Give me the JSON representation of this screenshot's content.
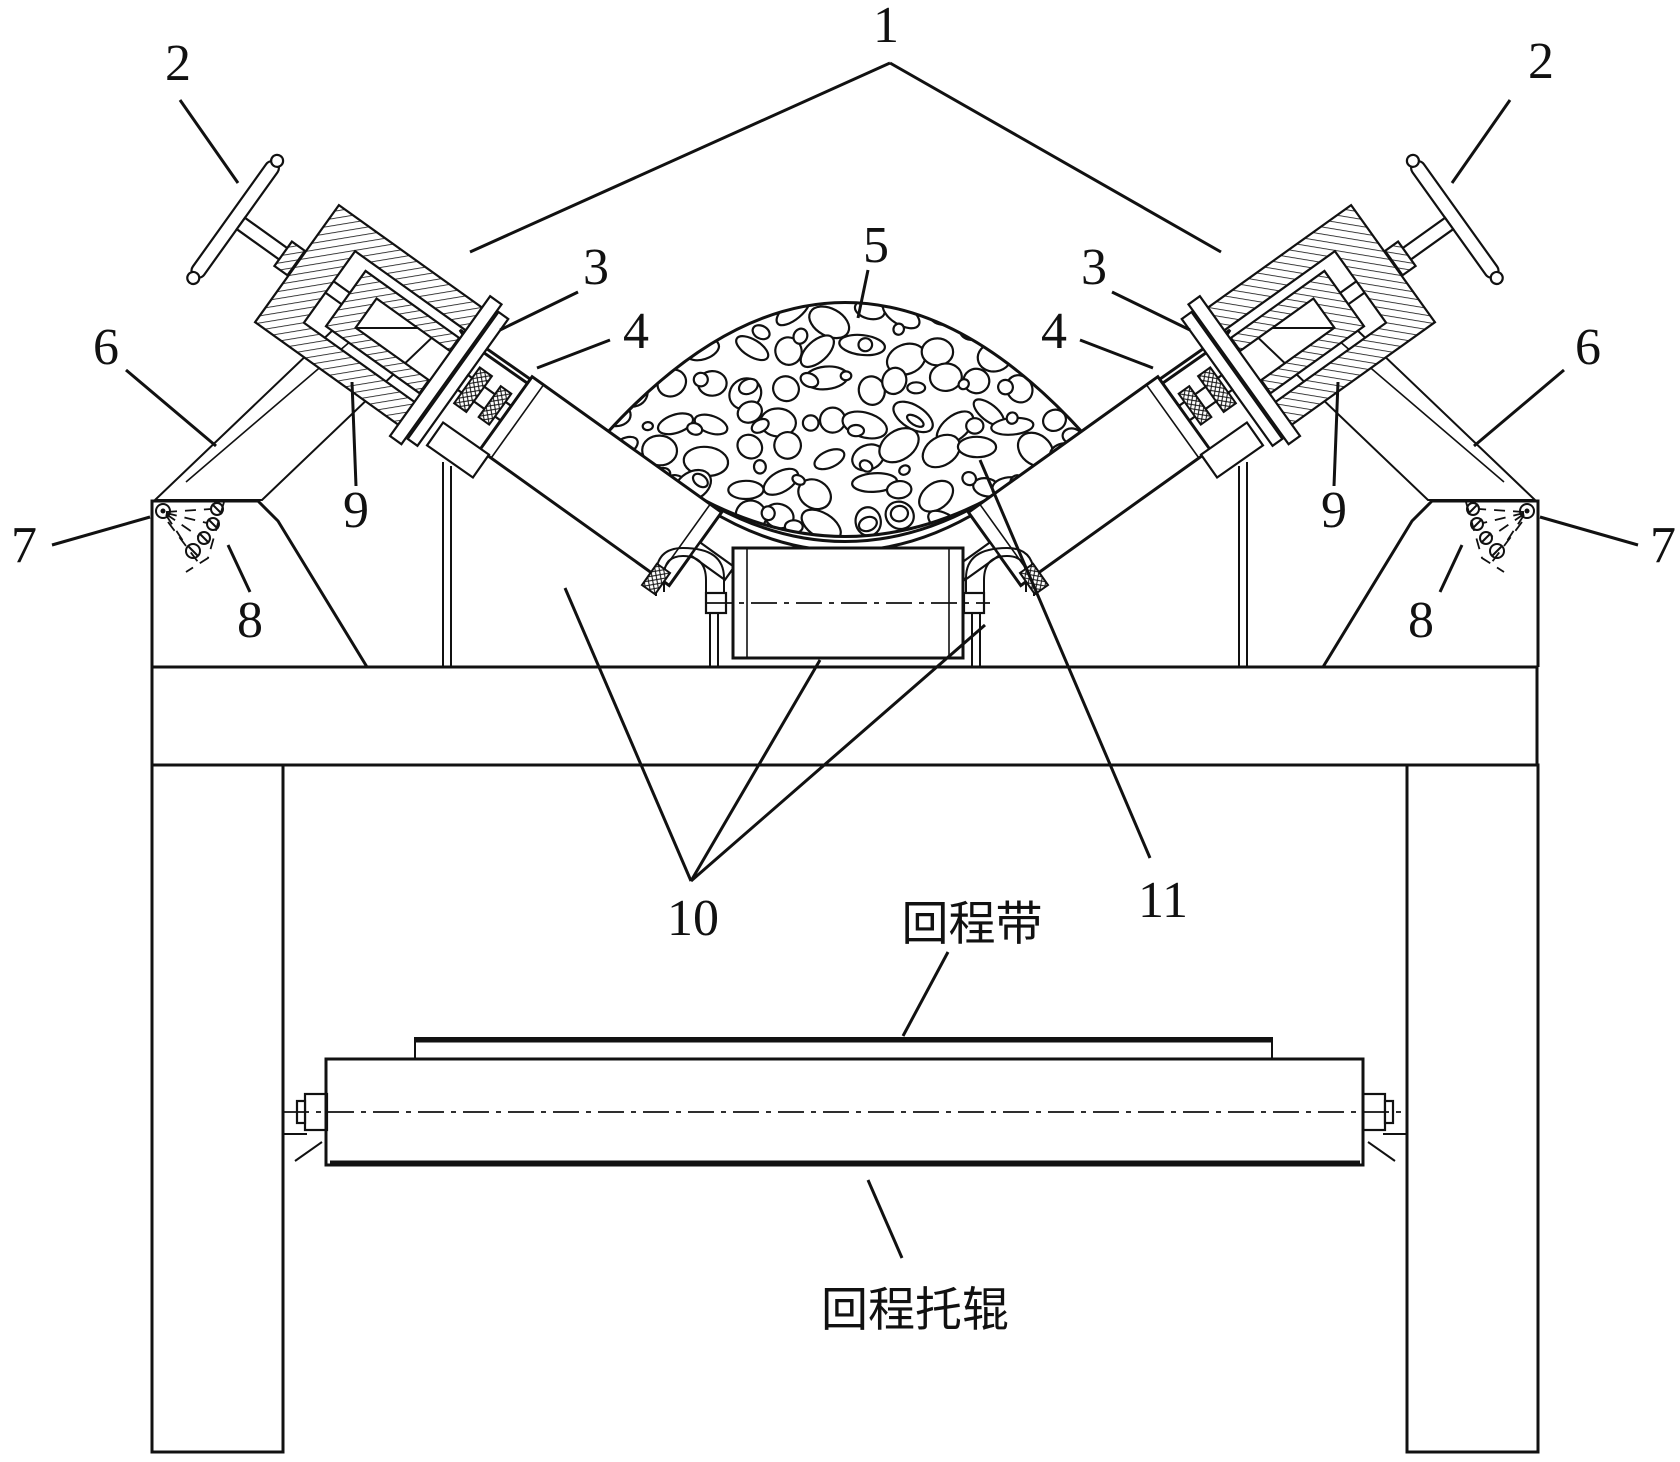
{
  "figure": {
    "kind": "patent-line-drawing",
    "subject": "adjustable trough conveyor idler station, front elevation"
  },
  "labels": {
    "n1": "1",
    "n2": "2",
    "n3": "3",
    "n4": "4",
    "n5": "5",
    "n6": "6",
    "n7": "7",
    "n8": "8",
    "n9": "9",
    "n10": "10",
    "n11": "11"
  },
  "annotations": {
    "return_belt": "回程带",
    "return_roller": "回程托辊"
  },
  "colors": {
    "ink": "#111111",
    "paper": "#ffffff"
  }
}
